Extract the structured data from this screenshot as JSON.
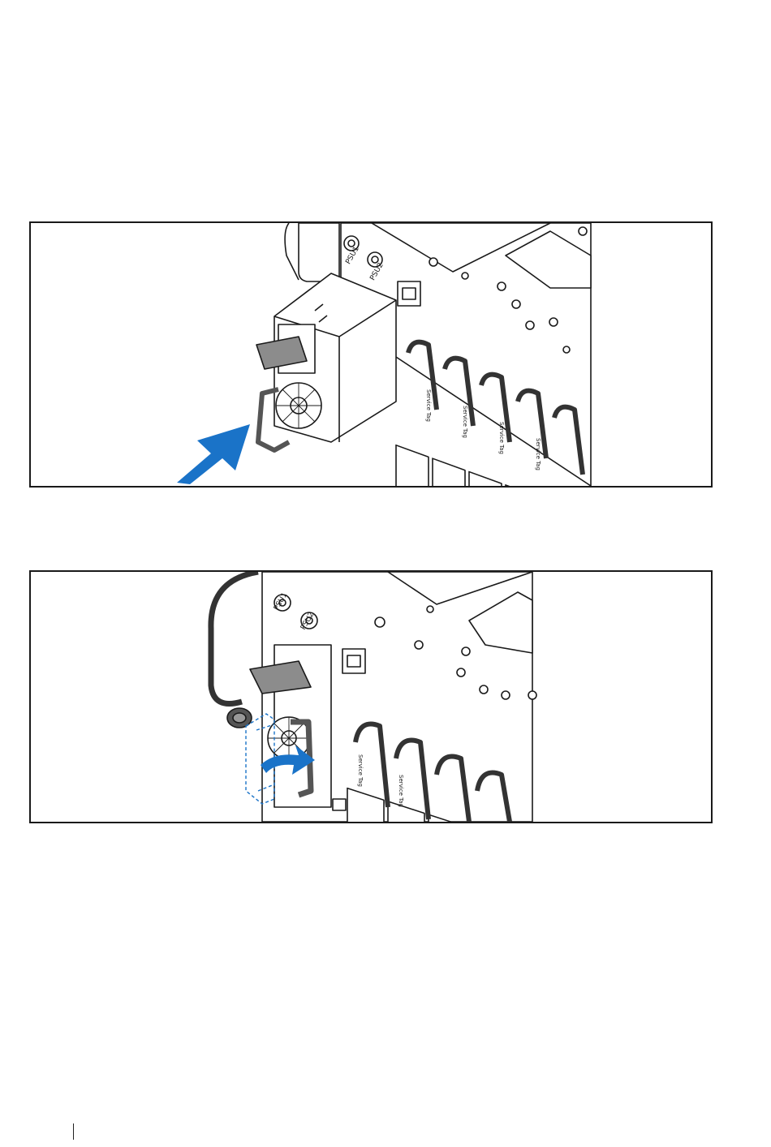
{
  "figure1": {
    "psu_labels": [
      "PSU1",
      "PSU2"
    ],
    "module_tag": "Service Tag",
    "arrow_color": "#1a73c8",
    "arrow_icon": "insert-direction-arrow"
  },
  "figure2": {
    "psu_labels": [
      "PSU1",
      "PSU2"
    ],
    "module_tag": "Service Tag",
    "arrow_color": "#1a73c8",
    "arrow_icon": "handle-rotate-arrow"
  }
}
